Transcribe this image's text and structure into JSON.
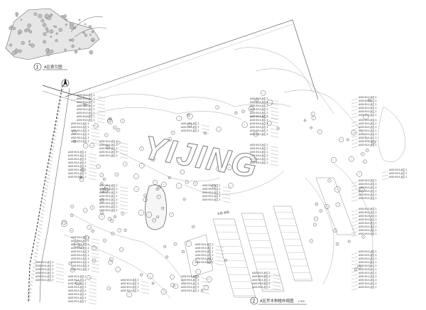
{
  "drawing": {
    "key_plan": {
      "number": "1",
      "title": "A区索引图"
    },
    "main_plan": {
      "number": "2",
      "title": "A区乔木种植布局图",
      "scale": "1:300"
    },
    "north_mark": "N",
    "watermark": "YIJING",
    "road_label": "主路 道路",
    "callout_code": "A003 Ф3-5 丛生 3",
    "colors": {
      "line": "#555555",
      "light_line": "#9a9a9a",
      "paper": "#ffffff"
    }
  }
}
